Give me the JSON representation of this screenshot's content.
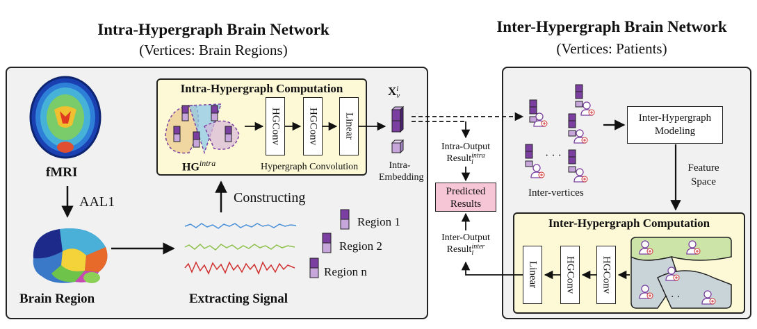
{
  "left_header": {
    "title": "Intra-Hypergraph Brain Network",
    "subtitle": "(Vertices: Brain Regions)"
  },
  "right_header": {
    "title": "Inter-Hypergraph Brain Network",
    "subtitle": "(Vertices: Patients)"
  },
  "left_panel": {
    "fmri_label": "fMRI",
    "aal_label": "AAL1",
    "brain_region_label": "Brain Region",
    "constructing_label": "Constructing",
    "extracting_label": "Extracting Signal",
    "regions": [
      "Region 1",
      "Region 2",
      "Region n"
    ]
  },
  "intra_box": {
    "title": "Intra-Hypergraph Computation",
    "hg_label": "HG",
    "hg_sup": "intra",
    "layers": [
      "HGConv",
      "HGConv",
      "Linear"
    ],
    "caption": "Hypergraph Convolution"
  },
  "embedding": {
    "symbol": "X",
    "sup": "i",
    "sub": "v",
    "label_line1": "Intra-",
    "label_line2": "Embedding"
  },
  "middle": {
    "intra_output_line1": "Intra-Output",
    "intra_output_line2": "Result",
    "intra_output_sub": "i",
    "intra_output_sup": "intra",
    "predicted_line1": "Predicted",
    "predicted_line2": "Results",
    "inter_output_line1": "Inter-Output",
    "inter_output_line2": "Result",
    "inter_output_sub": "i",
    "inter_output_sup": "inter"
  },
  "right_panel": {
    "modeling_line1": "Inter-Hypergraph",
    "modeling_line2": "Modeling",
    "feature_line1": "Feature",
    "feature_line2": "Space",
    "inter_vertices_label": "Inter-vertices",
    "ellipsis": "· · ·"
  },
  "inter_box": {
    "title": "Inter-Hypergraph Computation",
    "layers": [
      "Linear",
      "HGConv",
      "HGConv"
    ],
    "ellipsis": "· · ·"
  },
  "colors": {
    "purple": "#7a3fa0",
    "light_purple": "#c7a6dc",
    "panel_bg": "#f1f1f1",
    "yellow_bg": "#fdf9d6",
    "predicted_bg": "#f7c6d6",
    "signal_blue": "#4a90d9",
    "signal_green": "#8cc04a",
    "signal_red": "#d03030"
  }
}
